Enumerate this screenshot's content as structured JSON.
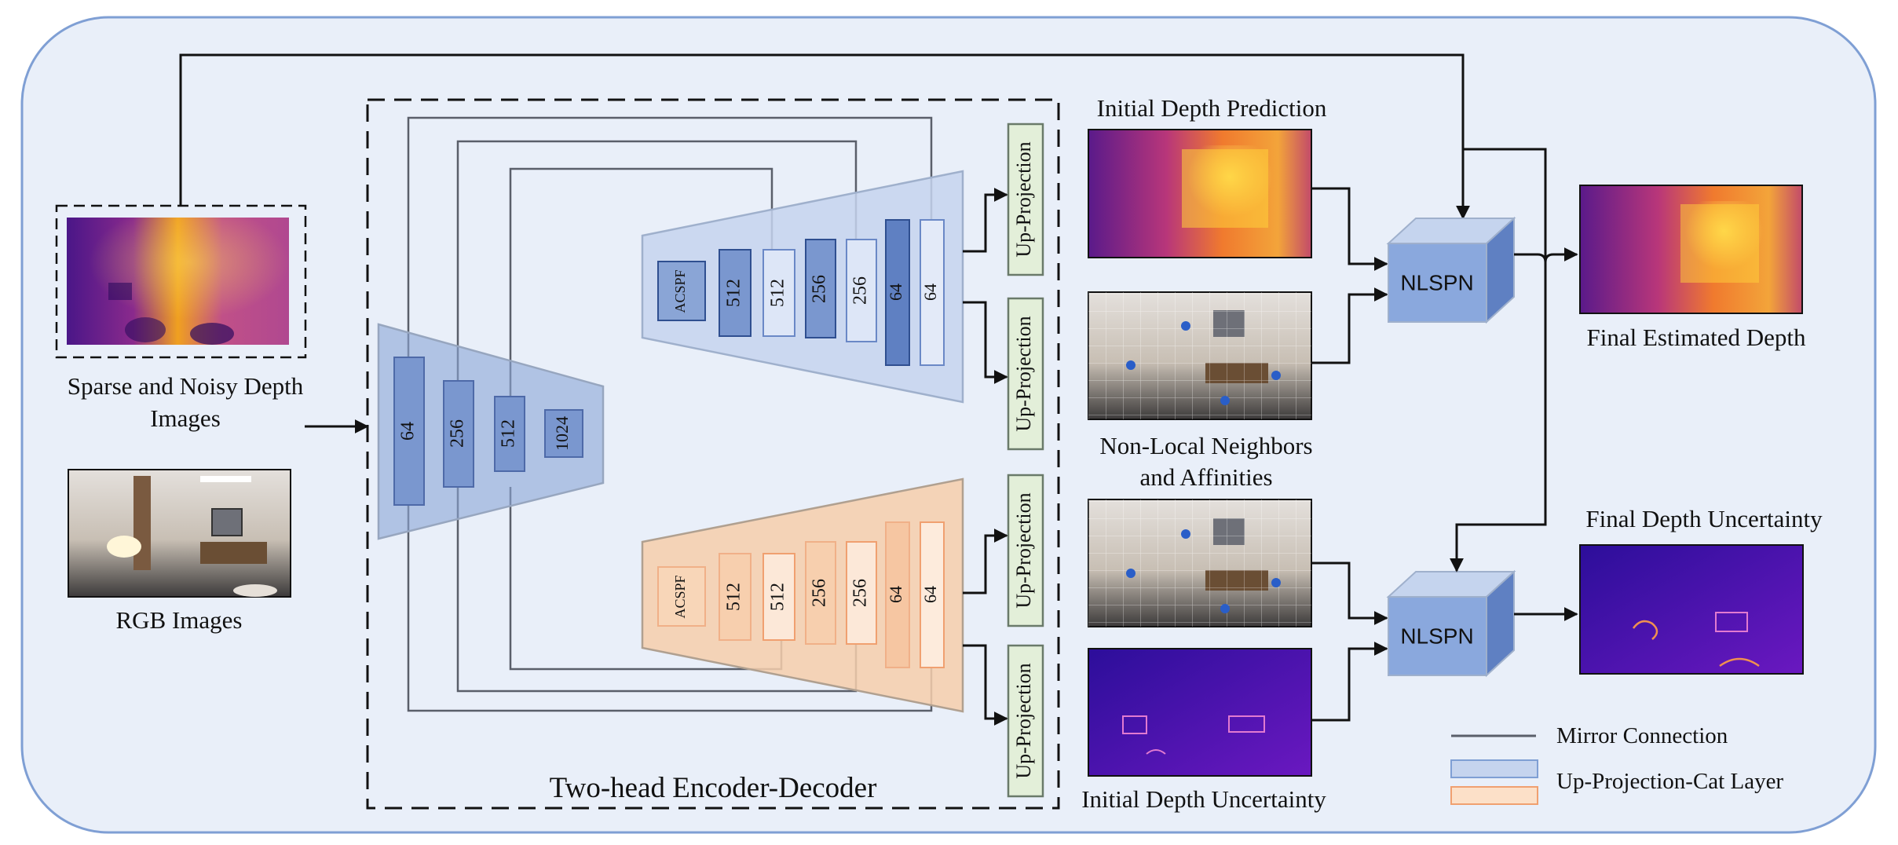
{
  "labels": {
    "sparse_depth": [
      "Sparse and Noisy Depth",
      "Images"
    ],
    "rgb": "RGB Images",
    "encoder_decoder_title": "Two-head Encoder-Decoder",
    "initial_depth_prediction": "Initial Depth Prediction",
    "non_local": [
      "Non-Local Neighbors",
      "and Affinities"
    ],
    "initial_depth_uncertainty": "Initial Depth Uncertainty",
    "final_estimated_depth": "Final Estimated Depth",
    "final_depth_uncertainty": "Final Depth Uncertainty",
    "nlspn": "NLSPN",
    "up_projection": "Up-Projection"
  },
  "encoder_blocks": [
    "64",
    "256",
    "512",
    "1024"
  ],
  "decoder_blocks": [
    "ACSPF",
    "512",
    "512",
    "256",
    "256",
    "64",
    "64"
  ],
  "legend": {
    "mirror": "Mirror Connection",
    "upcat": "Up-Projection-Cat Layer"
  },
  "colors": {
    "background": "#e9eff9",
    "border": "#7f9fd4",
    "encoder_fill": "#8aa5d6",
    "blue_head": "#c5d4ee",
    "orange_head": "#f6ceac",
    "up_projection": "#e3efd9",
    "nlspn": "#8aa8dd",
    "depth_map": "#f08a2a",
    "uncertainty_map": "#3b0ea8"
  }
}
